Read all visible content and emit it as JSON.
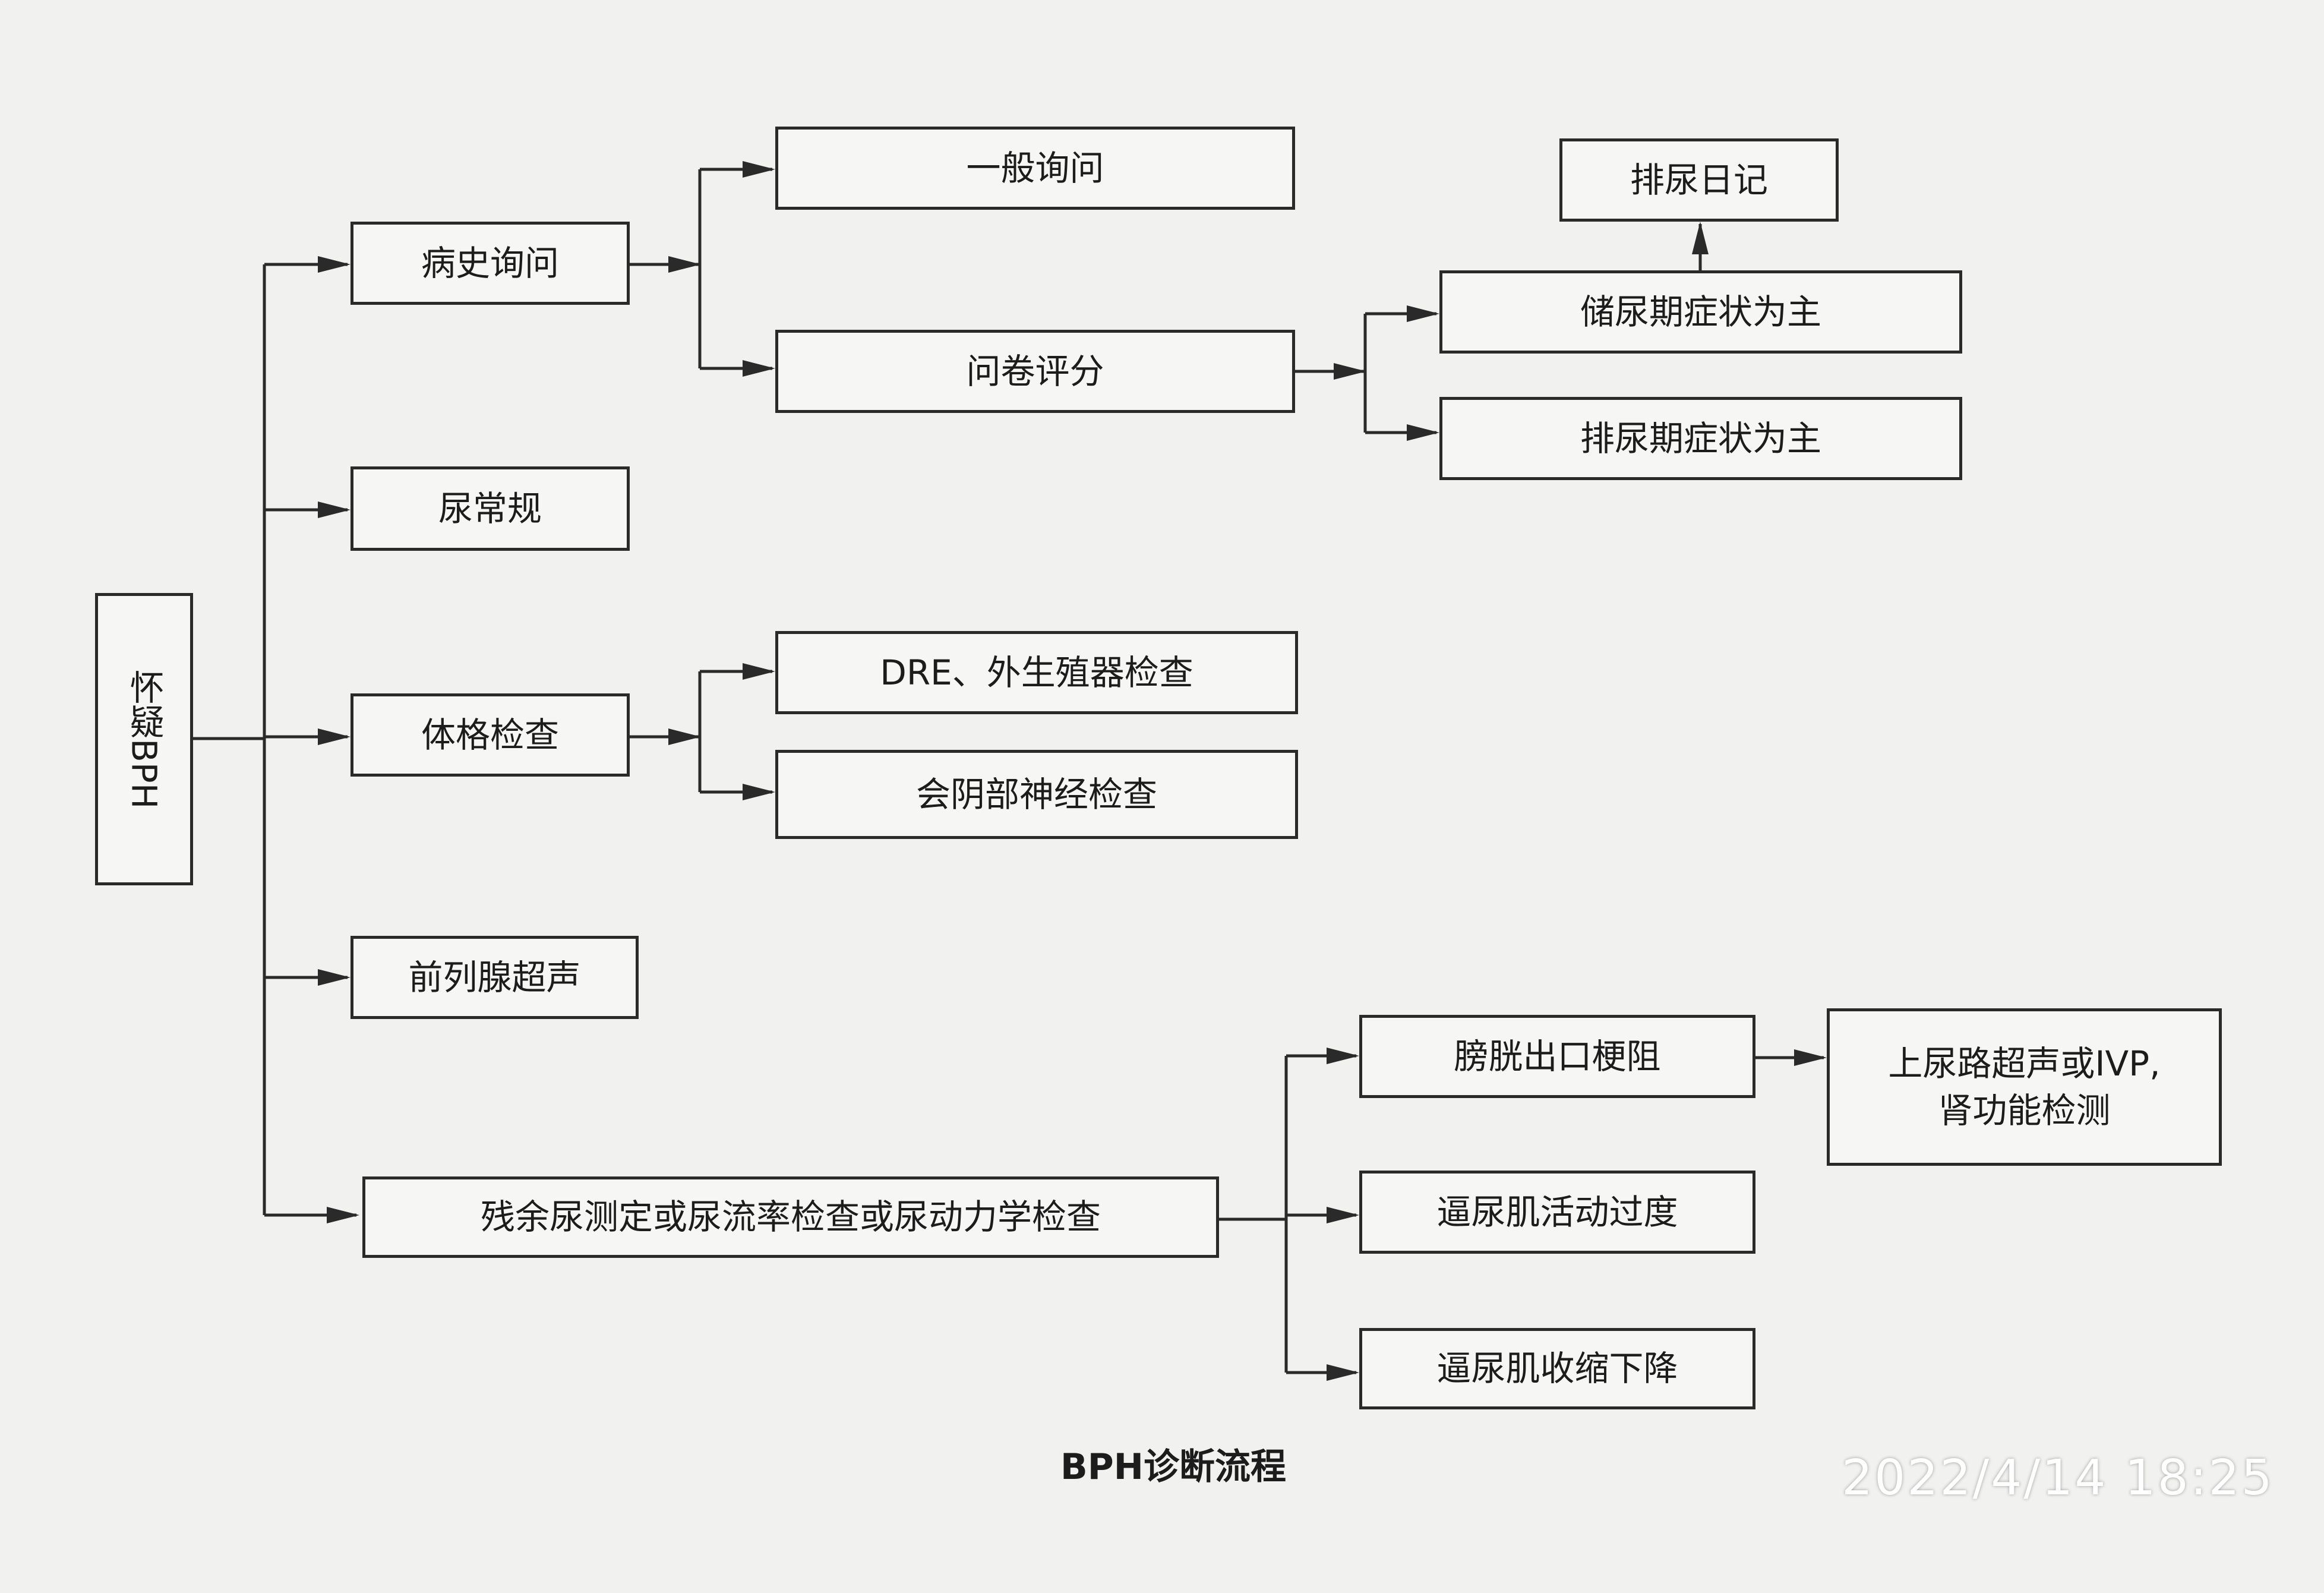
{
  "nodes": {
    "suspect": "怀疑BPH",
    "history": "病史询问",
    "general_inquiry": "一般询问",
    "questionnaire": "问卷评分",
    "voiding_diary": "排尿日记",
    "storage_symptoms": "储尿期症状为主",
    "voiding_symptoms": "排尿期症状为主",
    "urinalysis": "尿常规",
    "physical_exam": "体格检查",
    "dre": "DRE、外生殖器检查",
    "perineal_exam": "会阴部神经检查",
    "prostate_us": "前列腺超声",
    "residual_test": "残余尿测定或尿流率检查或尿动力学检查",
    "bladder_obstruction": "膀胱出口梗阻",
    "detrusor_overactivity": "逼尿肌活动过度",
    "detrusor_underactivity": "逼尿肌收缩下降",
    "upper_tract_line1": "上尿路超声或IVP,",
    "upper_tract_line2": "肾功能检测"
  },
  "caption": "BPH诊断流程",
  "timestamp": "2022/4/14 18:25",
  "colors": {
    "line": "#2a2a2a",
    "box_fill": "#f6f6f4",
    "page": "#f1f1ef"
  }
}
